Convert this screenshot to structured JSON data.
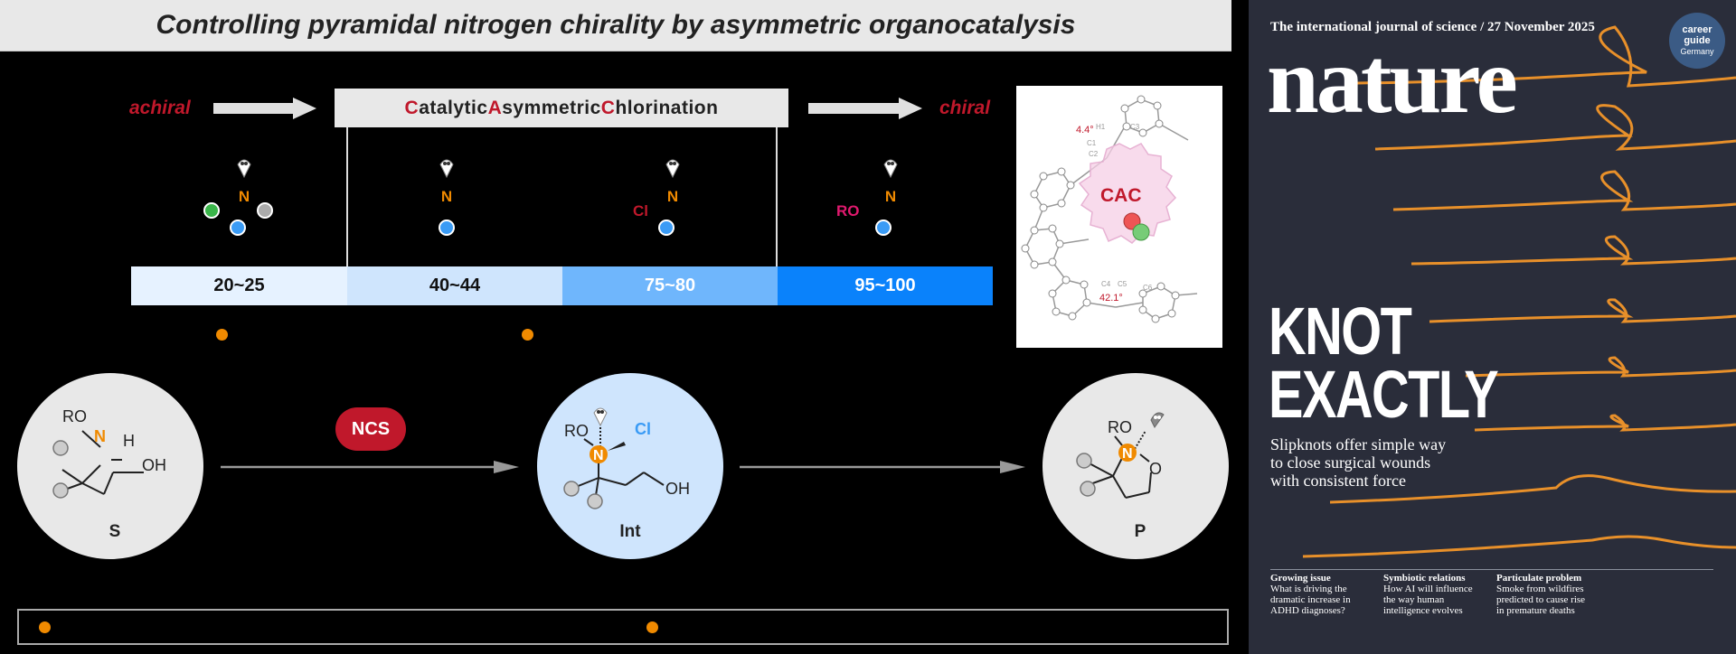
{
  "title": "Controlling pyramidal nitrogen chirality by asymmetric organocatalysis",
  "process": {
    "left_label": "achiral",
    "right_label": "chiral",
    "box_parts": [
      {
        "text": "C",
        "hl": true
      },
      {
        "text": "atalytic ",
        "hl": false
      },
      {
        "text": "A",
        "hl": true
      },
      {
        "text": "symmetric ",
        "hl": false
      },
      {
        "text": "C",
        "hl": true
      },
      {
        "text": "hlorination",
        "hl": false
      }
    ]
  },
  "nitrogen_states": [
    {
      "atom": "N",
      "sub": ""
    },
    {
      "atom": "N",
      "sub": ""
    },
    {
      "atom": "N",
      "sub": "Cl"
    },
    {
      "atom": "N",
      "sub": "RO"
    }
  ],
  "scale": [
    {
      "label": "20~25",
      "color": "#e6f2ff",
      "text_color": "#111111"
    },
    {
      "label": "40~44",
      "color": "#cfe5fd",
      "text_color": "#111111"
    },
    {
      "label": "75~80",
      "color": "#6fb6fc",
      "text_color": "#ffffff"
    },
    {
      "label": "95~100",
      "color": "#0a82fb",
      "text_color": "#ffffff"
    }
  ],
  "molecules": {
    "S": {
      "label": "S",
      "ro": "RO",
      "n": "N",
      "h": "H",
      "oh": "OH"
    },
    "Int": {
      "label": "Int",
      "ro": "RO",
      "n": "N",
      "cl": "Cl",
      "oh": "OH"
    },
    "P": {
      "label": "P",
      "ro": "RO",
      "n": "N",
      "o": "O"
    }
  },
  "reagent": "NCS",
  "crystal": {
    "center_label": "CAC",
    "angle_top": "4.4°",
    "angle_bottom": "42.1°",
    "atoms": [
      "H1",
      "C3",
      "C1",
      "C2",
      "C4",
      "C5",
      "C6"
    ]
  },
  "cover": {
    "header": "The international journal of science / 27 November 2025",
    "masthead": "nature",
    "badge_line1": "career",
    "badge_line2": "guide",
    "badge_line3": "Germany",
    "headline1": "KNOT",
    "headline2": "EXACTLY",
    "subhead": [
      "Slipknots offer simple way",
      "to close surgical wounds",
      "with consistent force"
    ],
    "teasers": [
      {
        "title": "Growing issue",
        "body": [
          "What is driving the",
          "dramatic increase in",
          "ADHD diagnoses?"
        ]
      },
      {
        "title": "Symbiotic relations",
        "body": [
          "How AI will influence",
          "the way human",
          "intelligence evolves"
        ]
      },
      {
        "title": "Particulate problem",
        "body": [
          "Smoke from wildfires",
          "predicted to cause rise",
          "in premature deaths"
        ]
      }
    ]
  },
  "colors": {
    "accent_red": "#c0182b",
    "nitrogen_orange": "#f08a00",
    "blue": "#3a9bf5"
  }
}
